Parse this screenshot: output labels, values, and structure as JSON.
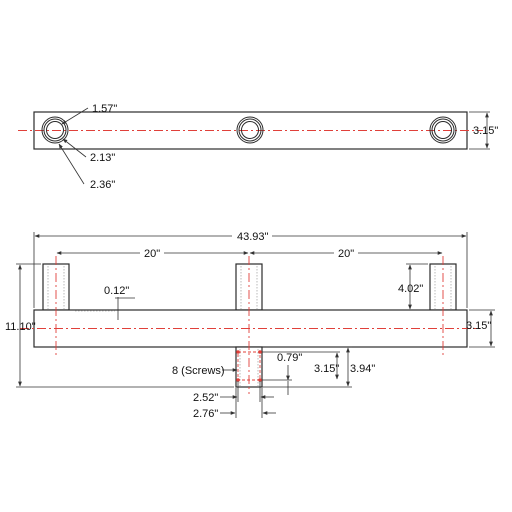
{
  "top_view": {
    "labels": {
      "inner_diameter": "1.57\"",
      "middle_diameter": "2.13\"",
      "outer_diameter": "2.36\"",
      "bar_height": "3.15\""
    }
  },
  "front_view": {
    "labels": {
      "overall_length": "43.93\"",
      "spacing_left": "20\"",
      "spacing_right": "20\"",
      "wall_thickness": "0.12\"",
      "post_height": "4.02\"",
      "bar_height": "3.15\"",
      "overall_height": "11.10\"",
      "screws": "8 (Screws)",
      "screw_offset": "0.79\"",
      "stem_inner_height": "3.15\"",
      "stem_height": "3.94\"",
      "stem_inner_width": "2.52\"",
      "stem_outer_width": "2.76\""
    }
  },
  "colors": {
    "line": "#2b2b2b",
    "centerline": "#e0403a",
    "text": "#111111"
  }
}
